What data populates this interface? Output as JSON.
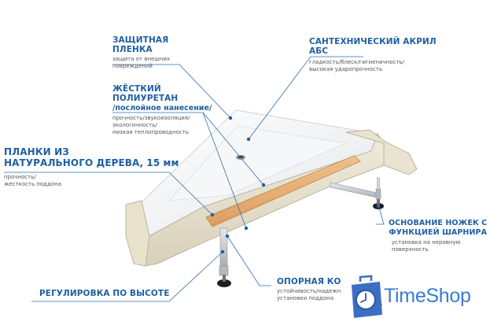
{
  "callouts": {
    "protective_film": {
      "title_line1": "ЗАЩИТНАЯ",
      "title_line2": "ПЛЕНКА",
      "desc_line1": "защита от внешних",
      "desc_line2": "повреждений"
    },
    "acrylic": {
      "title_line1": "САНТЕХНИЧЕСКИЙ АКРИЛ",
      "title_line2": "АБС",
      "desc_line1": "гладкость/блеск/гигиеничность/",
      "desc_line2": "высокая ударопрочность"
    },
    "polyurethane": {
      "title_line1": "ЖЁСТКИЙ",
      "title_line2": "ПОЛИУРЕТАН",
      "subtitle": "/послойное нанесение/",
      "desc_line1": "прочность/звукоизоляция/",
      "desc_line2": "экологичность/",
      "desc_line3": "низкая теплопроводность"
    },
    "wood_slats": {
      "title_line1": "ПЛАНКИ ИЗ",
      "title_line2": "НАТУРАЛЬНОГО ДЕРЕВА, 15 мм",
      "desc_line1": "прочность/",
      "desc_line2": "жесткость поддона"
    },
    "leg_base": {
      "title_line1": "ОСНОВАНИЕ НОЖЕК С",
      "title_line2": "ФУНКЦИЕЙ ШАРНИРА",
      "desc_line1": "установка на неровную",
      "desc_line2": "поверхность"
    },
    "height_adjust": {
      "title": "РЕГУЛИРОВКА ПО ВЫСОТЕ"
    },
    "support_frame": {
      "title": "ОПОРНАЯ КО",
      "desc_line1": "устойчивость/надежн",
      "desc_line2": "установки поддона"
    }
  },
  "logo": {
    "brand": "TimeShop"
  },
  "colors": {
    "accent": "#1f5fa3",
    "leader_line": "#2e6db4",
    "logo_blue": "#3a7bd5"
  }
}
